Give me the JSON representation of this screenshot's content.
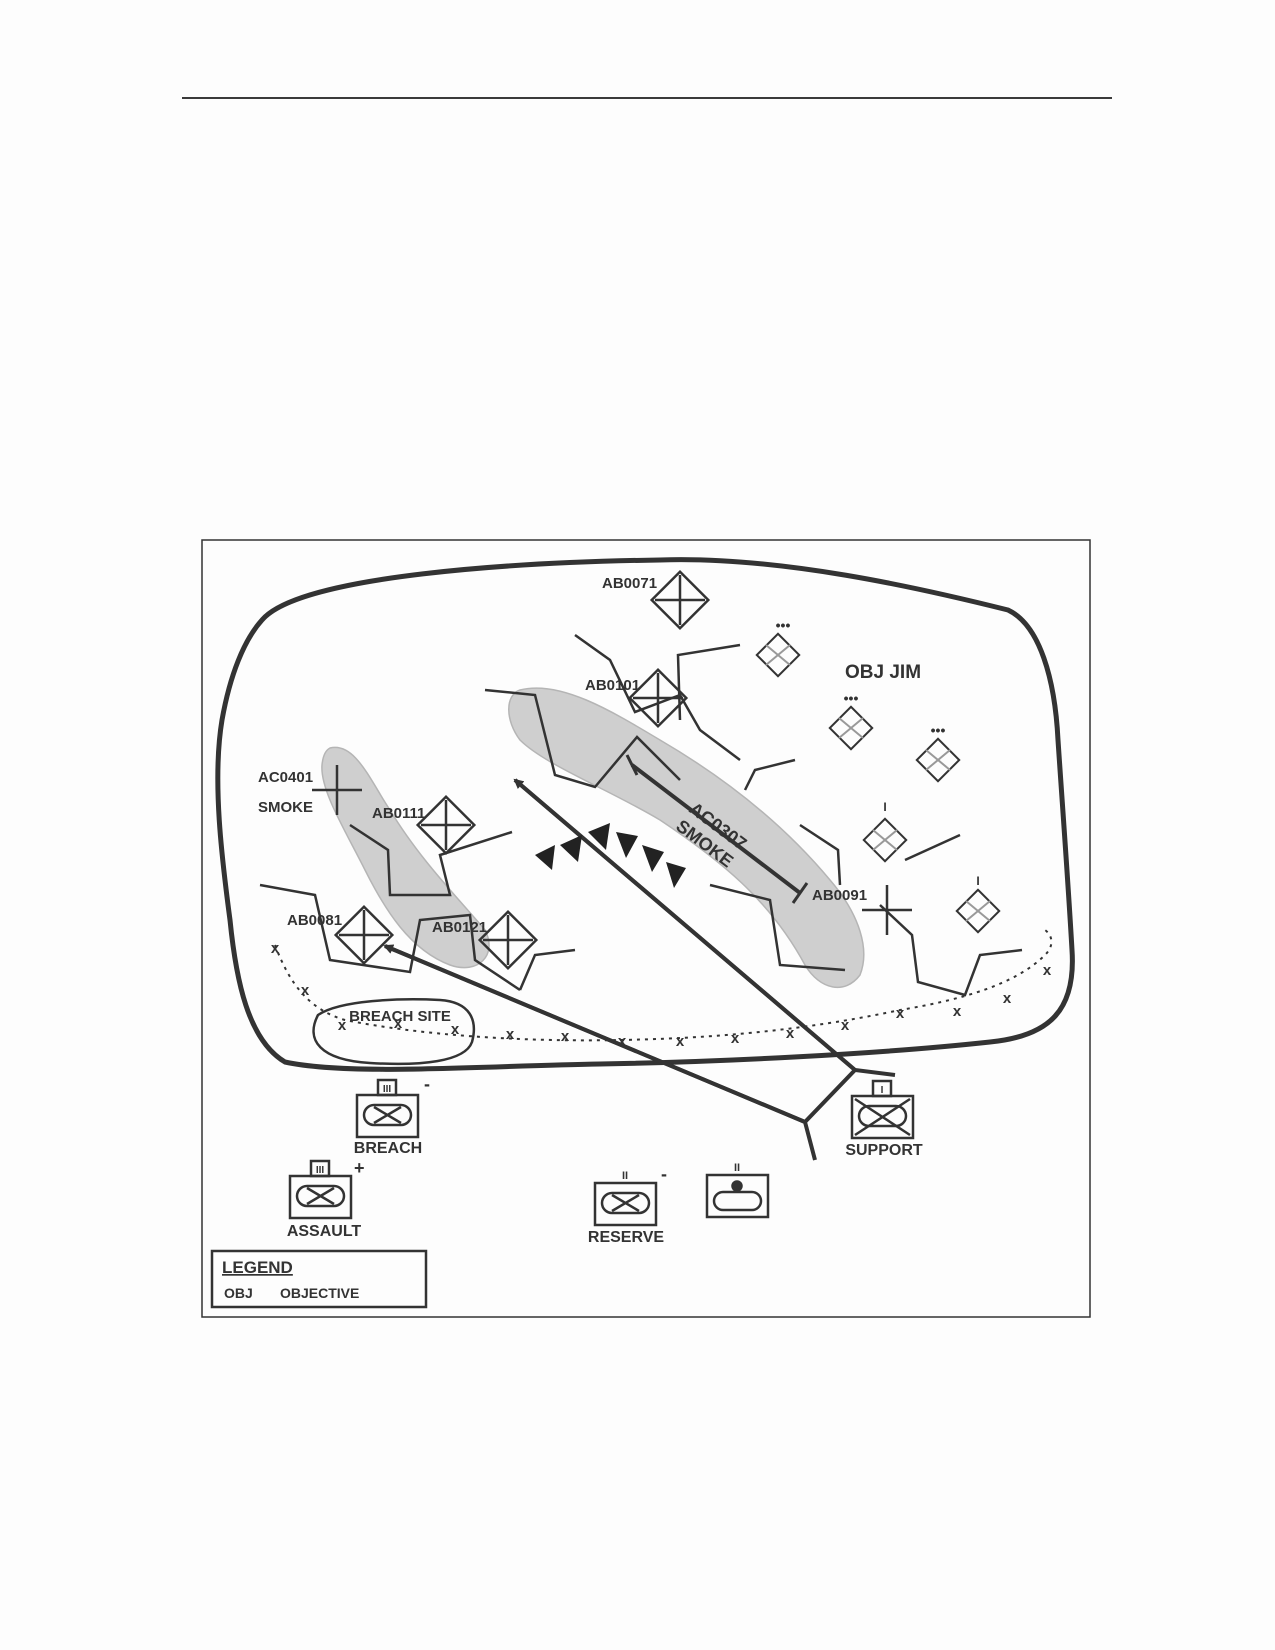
{
  "objective": {
    "name": "OBJ JIM"
  },
  "targets": [
    {
      "id": "AB0071"
    },
    {
      "id": "AB0101"
    },
    {
      "id": "AB0111"
    },
    {
      "id": "AB0121"
    },
    {
      "id": "AB0081"
    },
    {
      "id": "AB0091"
    }
  ],
  "smoke_targets": [
    {
      "id": "AC0401",
      "note": "SMOKE"
    },
    {
      "id": "AC0307",
      "note": "SMOKE"
    }
  ],
  "breach_site": {
    "label": "BREACH SITE"
  },
  "units": {
    "breach": {
      "label": "BREACH",
      "echelon": "III",
      "modifier": "-"
    },
    "assault": {
      "label": "ASSAULT",
      "echelon": "III",
      "modifier": "+"
    },
    "reserve": {
      "label": "RESERVE",
      "echelon": "II",
      "modifier": "-"
    },
    "support": {
      "label": "SUPPORT",
      "echelon": "I"
    },
    "fourth": {
      "echelon": "II"
    }
  },
  "enemy_markers": {
    "echelon_dots": "•••",
    "echelon_bar": "I"
  },
  "legend": {
    "title": "LEGEND",
    "entries": [
      {
        "abbr": "OBJ",
        "meaning": "OBJECTIVE"
      }
    ]
  }
}
